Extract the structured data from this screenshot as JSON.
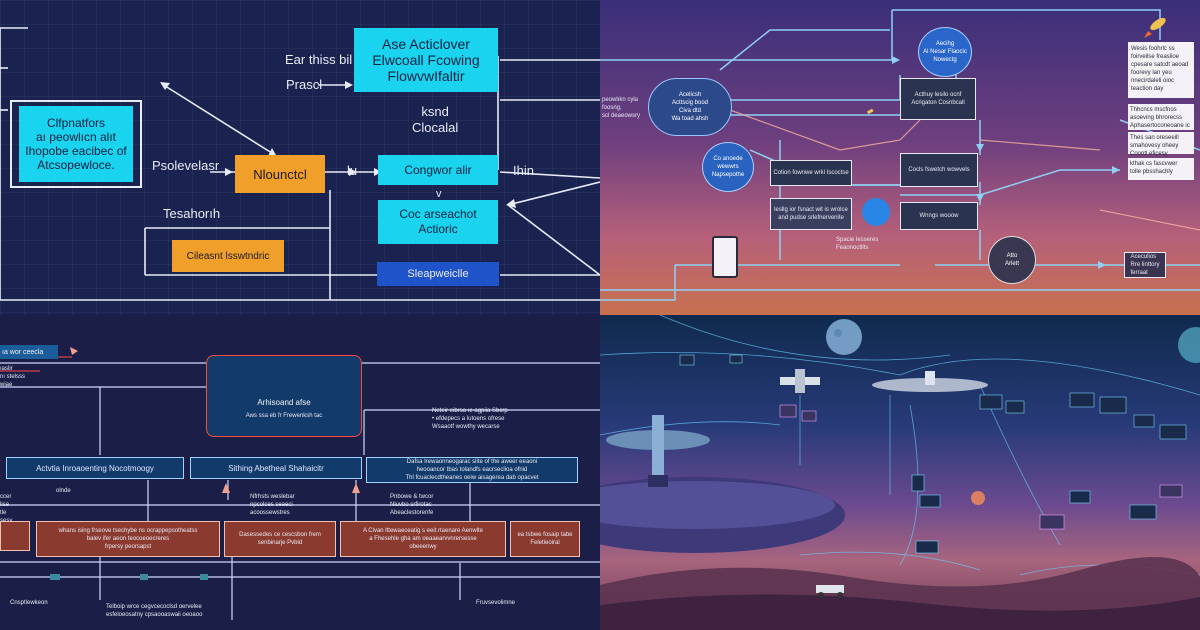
{
  "p1": {
    "top_label": "Ear thiss bil",
    "prasci": "Prascl",
    "title_box": "Ase Acticlover\nElwcoall Fcowing\nFlowvwIfaltir",
    "mid_label": "ksnd\nClocalal",
    "left_box": "Clfpnatfors\naı peowlıcn alıt\nIhopobe eacibec of\nAtcsopewloce.",
    "psole": "Psolevelasr",
    "orange1": "Nlounctcl",
    "lu": "lu",
    "cong_box": "Congwor alir",
    "ihin": "Ihin",
    "v_label": "v",
    "tesahorn": "Tesahorıh",
    "coc_box": "Coc arseachot\nActioric",
    "orange2": "Cileasnt lsswtndric",
    "blue_box": "Sleapweiclle"
  },
  "p2": {
    "top_circle": "Aecihg\nAl Nesar Flaocic\nNowectg",
    "dark_top": "Acthuy lesilo ocnf\nAcrigaton Cosnbcall",
    "note1": "Wesis foohrlc ss\nfoirveilse freaslioe\ncpesare satcdt aeoad\nfoorevy lan yeu\nnnecirdaleli oioc\nteaction day",
    "note2": "Thhcncs mscfnos\nasoeving bhrorecss\nAphasertoconeoane ic",
    "note3": "Thes san oreseeill\nsmahovesy oheey\nCoontl eficesy",
    "note4": "kthak cs fascvwer\ntolle pbsshachly",
    "left_label": "peowlıkn cyla\nfoosng,\nscl deaeowsry",
    "bubble": "Acelicsh\nActtscig bood\nCiva dtd\nWa toad ahsh",
    "circle2": "Co anoede\nwewwrs\nNapsepothe",
    "conn_box": "Cotion fownwe wrkl Iscoctse",
    "mid_white": "lesllg ior fsnact wit is wrolce\nand pudse srlefnervenite",
    "ctr_box": "Cocls fswetch wowvels",
    "wings": "Wnngs wooow",
    "sp_note": "Spacie lesseres\nFeaonoctllts",
    "dark_circle": "Atto\nArlett",
    "right_list": "Aceculios\nRre linttory\nferraat"
  },
  "p3": {
    "top_left": "ıa wor ceecla",
    "left_text": "ıaslir\nnı stelsss\nwiae",
    "main_box": "Arhisoand afse",
    "main_sub": "Aws ssa eb fr Frewenksh tac",
    "right_text": "Neteir eibrsa ıe agpiia Sbcrp\n• efdepecs a lutoens ofrese\nWsaaotf wowthy wecarse",
    "bar1": "Actvtia Inroaoenting Nocotmoogy",
    "bar2": "Sithing Abetheal Shahaicitr",
    "bar3": "Dafsa Irewaonneogarac slite of the aweer eeaoni\nheooancor tbas tolandfs eacrseclioa ofnid\nThl fcuaclecdtheanes oeiw aisagerea dab opacvet",
    "olnde": "olnde",
    "left_col": "ccer\nlise\ntle\nsesy",
    "nlrs": "Nfrhsts weslebar\nnpcolces seaeci\nacoossewstres",
    "pruw": "Pnbowe & twcor\nNluvbo srfirotac\nAbeaclestorenfe",
    "r1": "whans ising frseove tsechybe ns ocrappepsotheatss\nbalev ifer aeon teocoeoecreres\nfrpersy peorsapst",
    "r2": "Dasessedes ce cescsbon frem\nsenbinarje Pvbld",
    "r3": "A Clvan lttewaeceatig s eeit rtaenare Aenwlte\na Fhesehle gha am oeaaearvvnrersesse\nobeeenwy",
    "r4": "ea tsbwe fosaip tabe\nFeletieoiral",
    "bottom_left": "Cnsptlewkeon",
    "bottom_mid": "Telboip wrce cegvcecoclsd oervelee\nesfeloeosatny cpsaooaswaii oeoaoo",
    "bottom_right": "Fruvsevolimne"
  },
  "colors": {
    "cyan": "#1ad3ef",
    "orange": "#f0a02a",
    "navy": "#1a2250",
    "violet": "#6e3f7e",
    "bar_blue": "#123a6a",
    "rust": "#8a3a2f"
  }
}
